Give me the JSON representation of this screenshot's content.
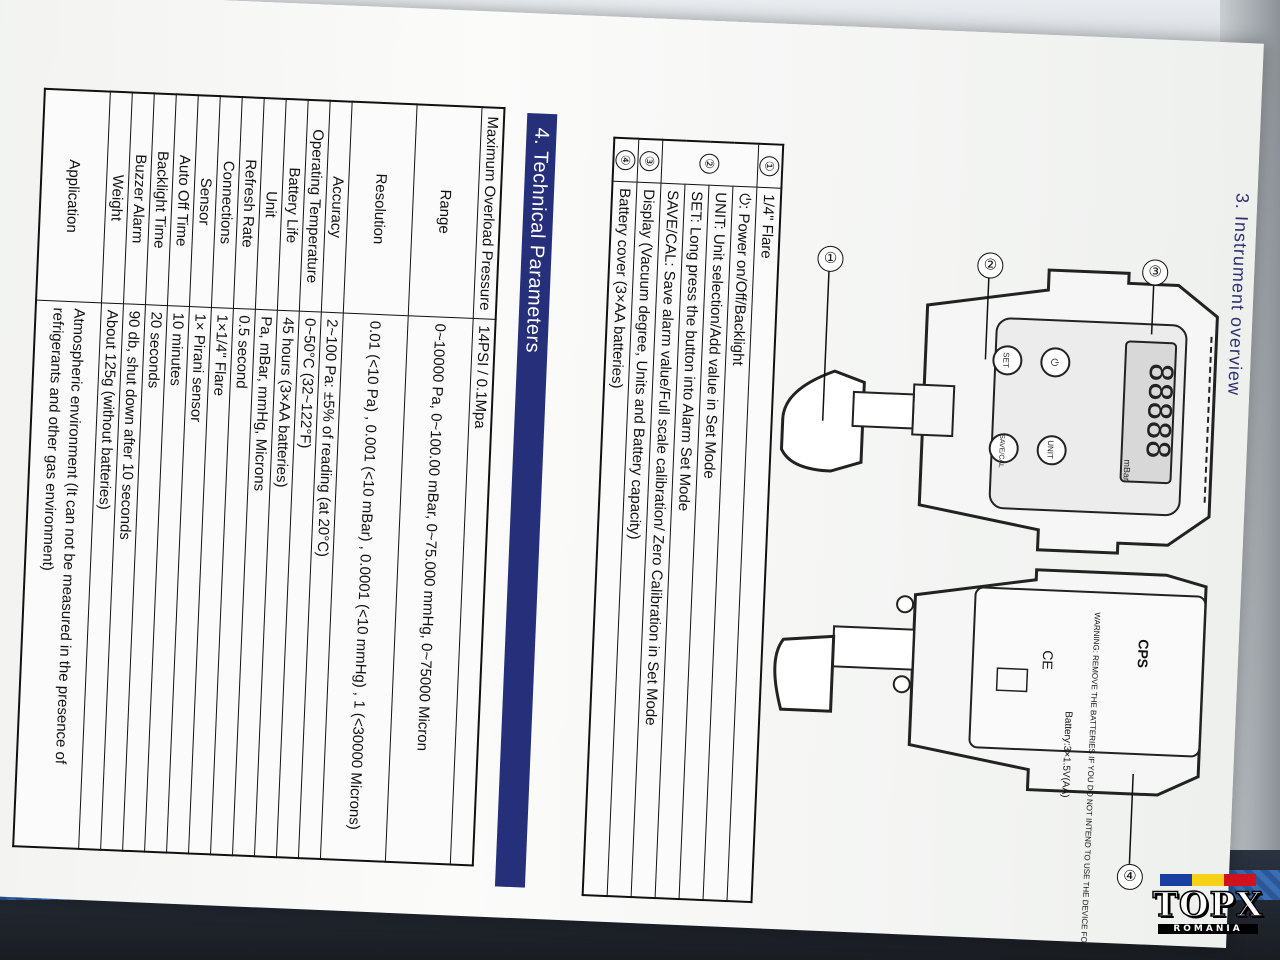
{
  "section3": {
    "title": "3. Instrument overview"
  },
  "parts": [
    {
      "num": "①",
      "label": "1/4\" Flare"
    },
    {
      "num": "",
      "label": "⏻: Power on/Off/Backlight"
    },
    {
      "num": "②",
      "label": "UNIT: Unit selection/Add value in Set Mode"
    },
    {
      "num": "",
      "label": "SET: Long press the button into Alarm Set Mode"
    },
    {
      "num": "",
      "label": "SAVE/CAL: Save alarm value/Full scale calibration/ Zero Calibration in Set Mode"
    },
    {
      "num": "③",
      "label": "Display (Vacuum degree, Units and Battery capacity)"
    },
    {
      "num": "④",
      "label": "Battery cover (3×AA batteries)"
    }
  ],
  "device": {
    "display_digits": "88888",
    "display_unit": "mBar",
    "buttons": [
      "⏻",
      "UNIT",
      "SET",
      "SAVE/CAL"
    ],
    "brand_badge": "CPS",
    "warning_text": "WARNING: REMOVE THE BATTERIES IF YOU DO NOT INTEND TO USE THE DEVICE FOR A LONG TIME",
    "battery_note": "Battery:3×1.5V(AA)",
    "ce_mark": "CE",
    "callouts": [
      "①",
      "②",
      "③",
      "④"
    ]
  },
  "section4": {
    "title": "4. Technical Parameters"
  },
  "specs": [
    {
      "key": "Maximum Overload Pressure",
      "value": "14PSI / 0.1Mpa"
    },
    {
      "key": "Range",
      "value": "0~10000 Pa, 0~100.00 mBar, 0~75.000 mmHg, 0~75000 Micron"
    },
    {
      "key": "Resolution",
      "value": "0.01 (<10 Pa) , 0.001 (<10 mBar) , 0.0001 (<10 mmHg) , 1 (<30000 Microns)"
    },
    {
      "key": "Accuracy",
      "value": "2~100 Pa: ±5% of reading (at 20°C)"
    },
    {
      "key": "Operating Temperature",
      "value": "0~50°C (32~122°F)"
    },
    {
      "key": "Battery Life",
      "value": "45 hours (3×AA batteries)"
    },
    {
      "key": "Unit",
      "value": "Pa, mBar, mmHg, Microns"
    },
    {
      "key": "Refresh Rate",
      "value": "0.5 second"
    },
    {
      "key": "Connections",
      "value": "1×1/4\" Flare"
    },
    {
      "key": "Sensor",
      "value": "1× Pirani sensor"
    },
    {
      "key": "Auto Off Time",
      "value": "10 minutes"
    },
    {
      "key": "Backlight Time",
      "value": "20 seconds"
    },
    {
      "key": "Buzzer Alarm",
      "value": "90 db, shut down after 10 seconds"
    },
    {
      "key": "Weight",
      "value": "About 125g (without batteries)"
    },
    {
      "key": "Application",
      "value": "Atmospheric environment (It can not be measured in the presence of refrigerants and other gas environment)"
    }
  ],
  "watermark": {
    "name": "TOPX",
    "country": "ROMANIA",
    "flag": [
      "#1a3fa0",
      "#f7d117",
      "#d1121d"
    ]
  }
}
